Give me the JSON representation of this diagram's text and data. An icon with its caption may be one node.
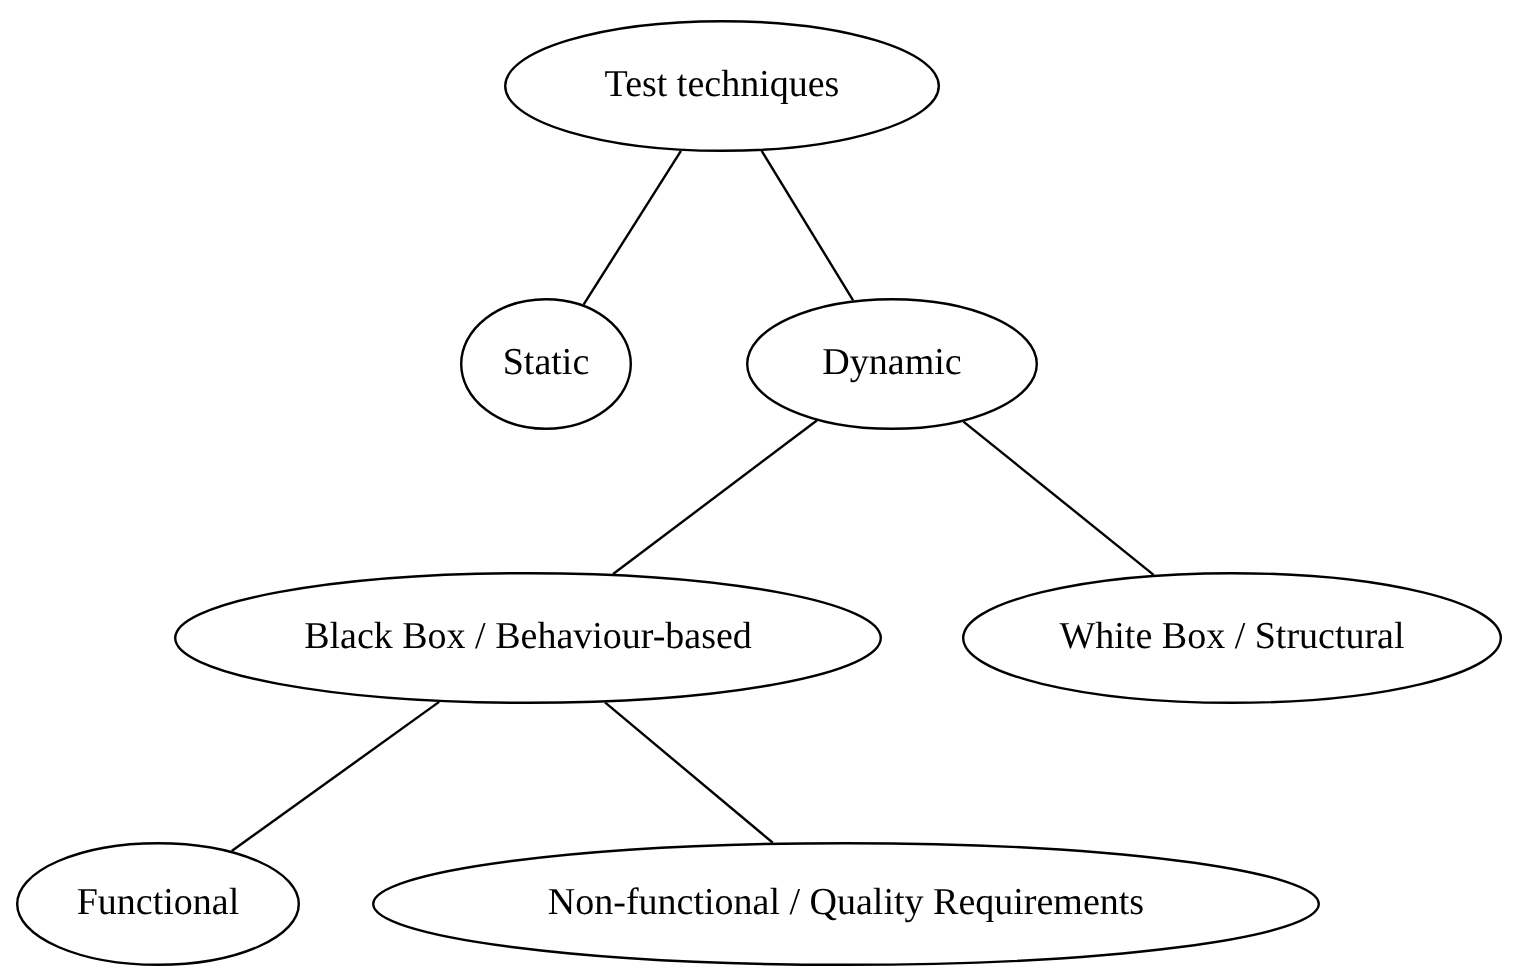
{
  "diagram": {
    "nodes": [
      {
        "text": [
          "Test techniques"
        ]
      },
      {
        "text": [
          "Static"
        ]
      },
      {
        "text": [
          "Dynamic"
        ]
      },
      {
        "text": [
          "Black Box / Behaviour-based"
        ]
      },
      {
        "text": [
          "White Box / Structural"
        ]
      },
      {
        "text": [
          "Functional"
        ]
      },
      {
        "text": [
          "Non-functional / Quality Requirements"
        ]
      }
    ],
    "edges": [
      {
        "from": 0,
        "to": 1,
        "arrow": "none"
      },
      {
        "from": 0,
        "to": 2,
        "arrow": "none"
      },
      {
        "from": 2,
        "to": 3,
        "arrow": "none"
      },
      {
        "from": 2,
        "to": 4,
        "arrow": "none"
      },
      {
        "from": 3,
        "to": 5,
        "arrow": "none"
      },
      {
        "from": 3,
        "to": 6,
        "arrow": "none"
      }
    ]
  }
}
